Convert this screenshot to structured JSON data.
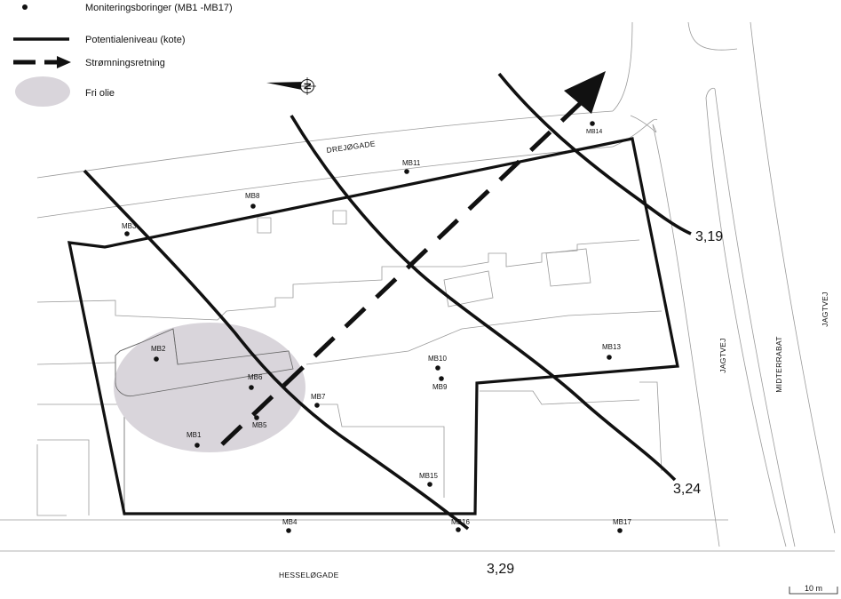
{
  "legend": {
    "wells": "Moniteringsboringer (MB1 -MB17)",
    "potential": "Potentialeniveau (kote)",
    "flow": "Strømningsretning",
    "oil": "Fri olie"
  },
  "compass_letter": "N",
  "streets": {
    "drejogade": "DREJØGADE",
    "hesselogade": "HESSELØGADE",
    "jagtvej_west": "JAGTVEJ",
    "midterrabat": "MIDTERRABAT",
    "jagtvej_east": "JAGTVEJ"
  },
  "contours": {
    "c1": "3,19",
    "c2": "3,24",
    "c3": "3,29"
  },
  "wells": {
    "mb1": "MB1",
    "mb2": "MB2",
    "mb3": "MB3",
    "mb4": "MB4",
    "mb5": "MB5",
    "mb6": "MB6",
    "mb7": "MB7",
    "mb8": "MB8",
    "mb9": "MB9",
    "mb10": "MB10",
    "mb11": "MB11",
    "mb13": "MB13",
    "mb14": "MB14",
    "mb15": "MB15",
    "mb16": "MB16",
    "mb17": "MB17"
  },
  "scale": "10 m",
  "colors": {
    "oil_fill": "#d9d5db",
    "lines": "#111111",
    "background_lines": "#9a9a9a"
  }
}
